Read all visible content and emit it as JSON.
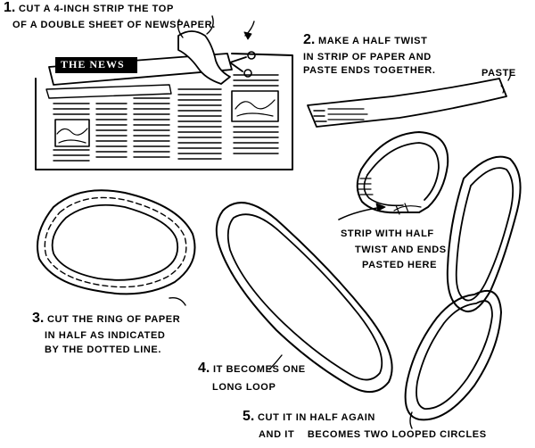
{
  "newspaper": {
    "masthead": "THE NEWS"
  },
  "steps": [
    {
      "number": "1.",
      "line1": "CUT A 4-INCH STRIP THE TOP",
      "line2": "OF A DOUBLE SHEET OF NEWSPAPER."
    },
    {
      "number": "2.",
      "line1": "MAKE A HALF TWIST",
      "line2": "IN STRIP OF PAPER AND",
      "line3": "PASTE ENDS TOGETHER."
    },
    {
      "number": "3.",
      "line1": "CUT THE RING OF PAPER",
      "line2": "IN HALF AS INDICATED",
      "line3": "BY THE DOTTED LINE."
    },
    {
      "number": "4.",
      "line1": "IT BECOMES ONE",
      "line2": "LONG LOOP"
    },
    {
      "number": "5.",
      "line1": "CUT IT IN HALF AGAIN",
      "line2": "AND IT    BECOMES TWO LOOPED CIRCLES"
    }
  ],
  "labels": {
    "paste": "PASTE",
    "strip_line1": "STRIP WITH HALF",
    "strip_line2": "TWIST AND ENDS",
    "strip_line3": "PASTED HERE"
  }
}
